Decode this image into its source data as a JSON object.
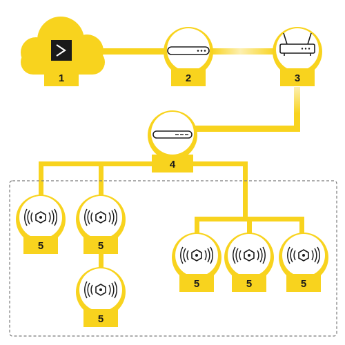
{
  "colors": {
    "accent": "#F8D31E",
    "ink": "#1a1a1a",
    "terminal_bg": "#1a1a1a",
    "frame": "#7a7a7a"
  },
  "nodes": {
    "cloud": {
      "label": "1",
      "icon": "terminal-prompt-icon"
    },
    "modem": {
      "label": "2",
      "icon": "modem-icon"
    },
    "router": {
      "label": "3",
      "icon": "router-icon"
    },
    "switch": {
      "label": "4",
      "icon": "switch-icon"
    },
    "access_points": [
      {
        "label": "5",
        "icon": "access-point-icon"
      },
      {
        "label": "5",
        "icon": "access-point-icon"
      },
      {
        "label": "5",
        "icon": "access-point-icon"
      },
      {
        "label": "5",
        "icon": "access-point-icon"
      },
      {
        "label": "5",
        "icon": "access-point-icon"
      },
      {
        "label": "5",
        "icon": "access-point-icon"
      }
    ]
  }
}
